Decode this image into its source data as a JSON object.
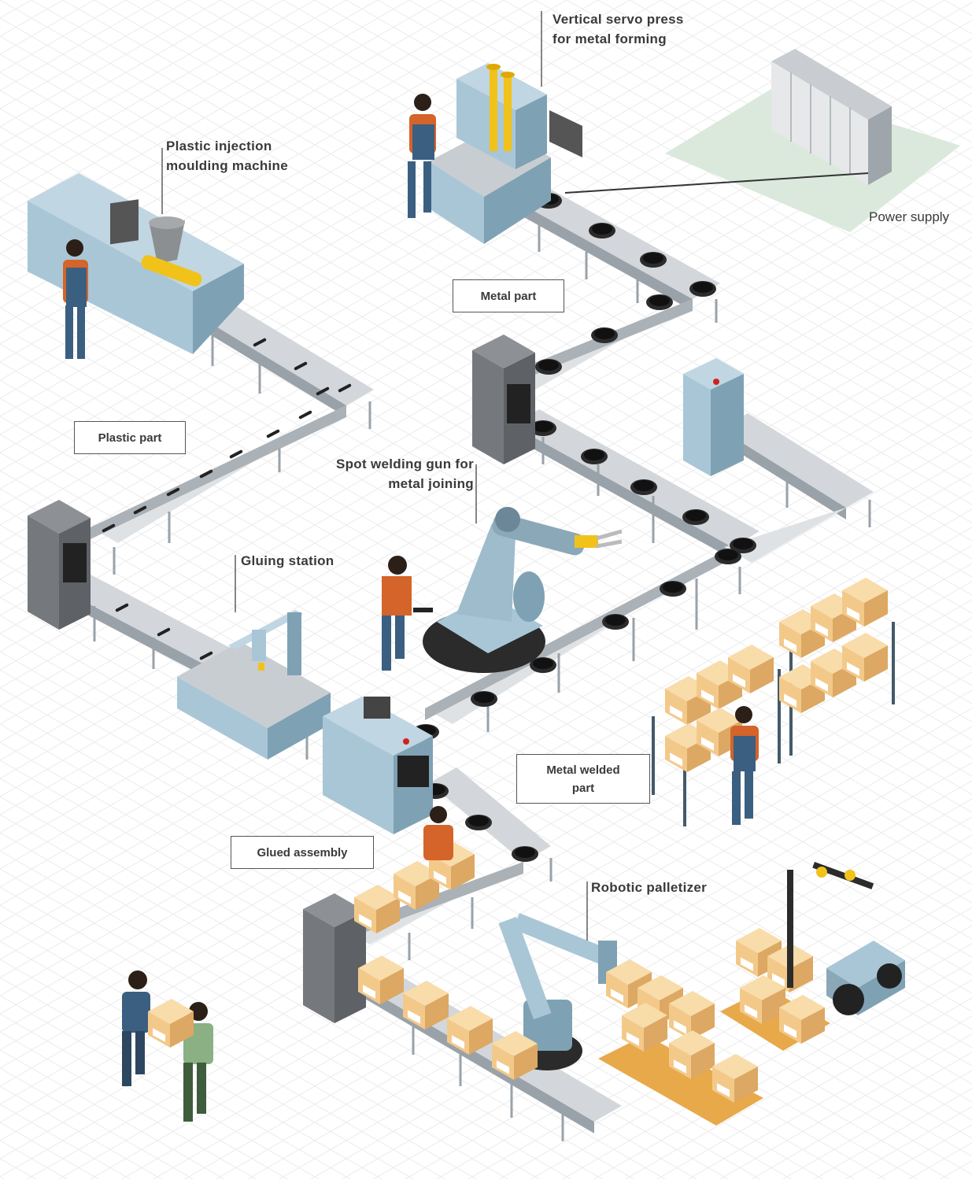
{
  "labels": {
    "servo_press": [
      "Vertical servo press",
      "for metal forming"
    ],
    "injection": [
      "Plastic injection",
      "moulding machine"
    ],
    "power_supply": "Power supply",
    "metal_part": "Metal part",
    "plastic_part": "Plastic part",
    "spot_welding": [
      "Spot welding gun for",
      "metal joining"
    ],
    "gluing": "Gluing station",
    "metal_welded": [
      "Metal welded",
      "part"
    ],
    "glued_assembly": "Glued assembly",
    "palletizer": "Robotic palletizer"
  },
  "colors": {
    "machine": "#a9c6d6",
    "machine_dark": "#7fa1b4",
    "conveyor": "#d3d7db",
    "conveyor_dark": "#9aa2a9",
    "gray_machine": "#75797d",
    "box": "#f3c98a",
    "box_dark": "#d9a45c",
    "yellow": "#f1c21a",
    "orange": "#d4642a",
    "worker_blue": "#3b5f80",
    "grid": "#e9e9e9",
    "power_area": "#dbe9dc"
  }
}
